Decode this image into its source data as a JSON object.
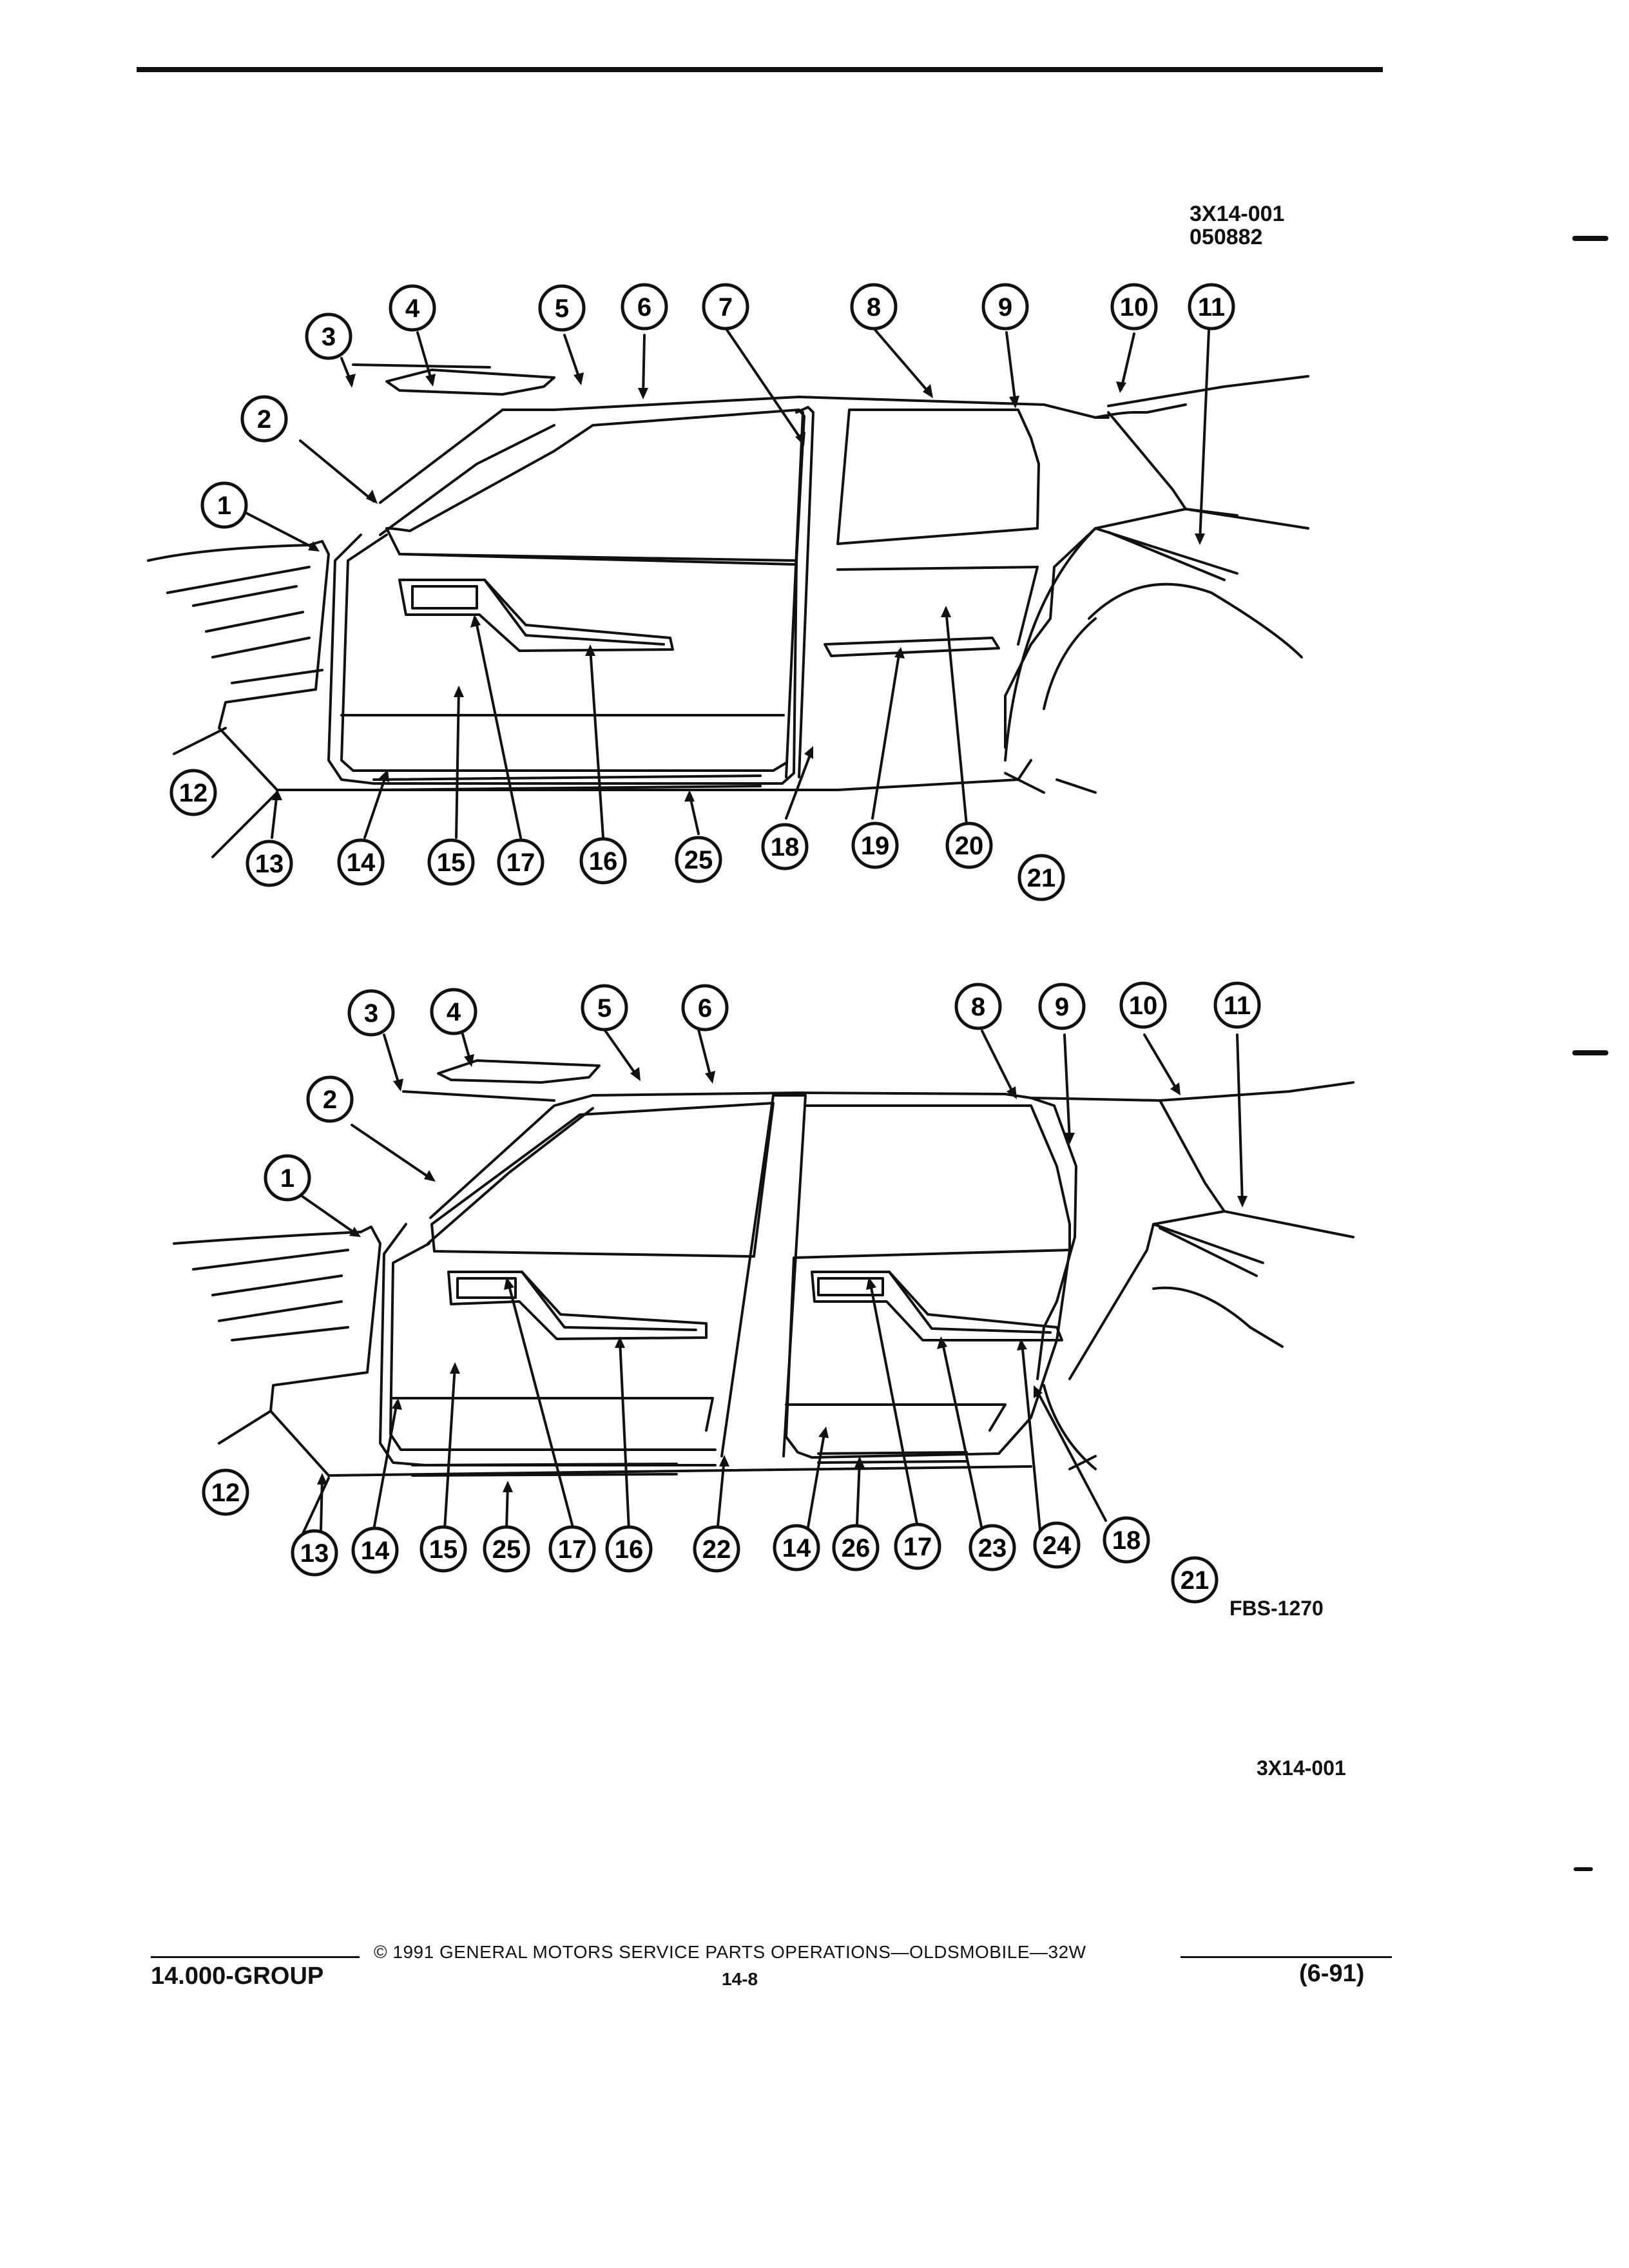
{
  "header": {
    "code_top": "3X14-001",
    "code_date": "050882"
  },
  "figure": {
    "code": "FBS-1270",
    "code_bottom": "3X14-001",
    "top_callouts": [
      "1",
      "2",
      "3",
      "4",
      "5",
      "6",
      "7",
      "8",
      "9",
      "10",
      "11",
      "12",
      "13",
      "14",
      "15",
      "17",
      "16",
      "25",
      "18",
      "19",
      "20",
      "21"
    ],
    "bottom_callouts": [
      "3",
      "4",
      "5",
      "6",
      "8",
      "9",
      "10",
      "11",
      "2",
      "1",
      "12",
      "13",
      "14",
      "15",
      "25",
      "17",
      "16",
      "22",
      "14",
      "26",
      "17",
      "23",
      "24",
      "18",
      "21"
    ]
  },
  "footer": {
    "group": "14.000-GROUP",
    "copyright": "© 1991 GENERAL MOTORS SERVICE PARTS OPERATIONS—OLDSMOBILE—32W",
    "page": "14-8",
    "date_code": "(6-91)"
  }
}
